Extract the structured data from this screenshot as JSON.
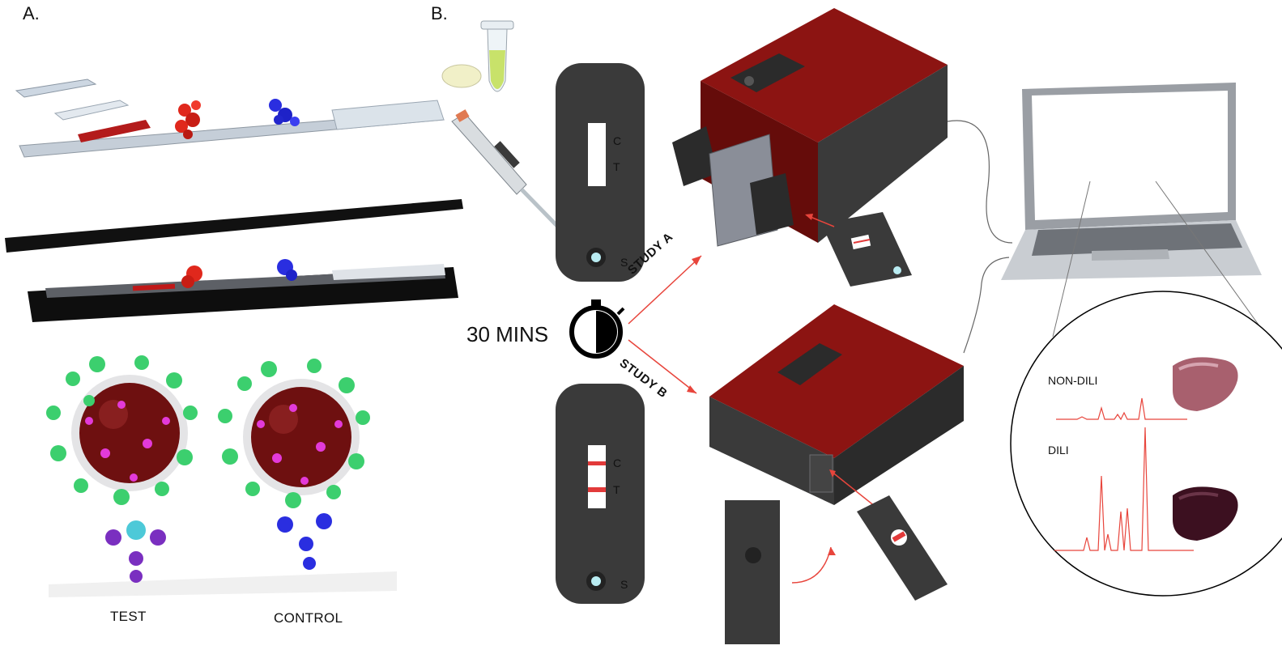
{
  "panels": {
    "a": "A.",
    "b": "B."
  },
  "panel_a": {
    "particle_labels": [
      "TEST",
      "CONTROL"
    ]
  },
  "panel_b": {
    "cassette_marks": {
      "control": "C",
      "test": "T",
      "sample": "S"
    },
    "time": "30 MINS",
    "routes": [
      "STUDY A",
      "STUDY B"
    ],
    "spectra": [
      "NON-DILI",
      "DILI"
    ]
  },
  "colors": {
    "red_line": "#e8453c",
    "device_red": "#7a0f0c",
    "cassette": "#3a3a3a",
    "antibody_green": "#3ccf6e",
    "gold_np": "#6e1010",
    "dots_magenta": "#e33ad9",
    "control_blue": "#2a2ee0",
    "test_purple": "#7a2fc0"
  }
}
